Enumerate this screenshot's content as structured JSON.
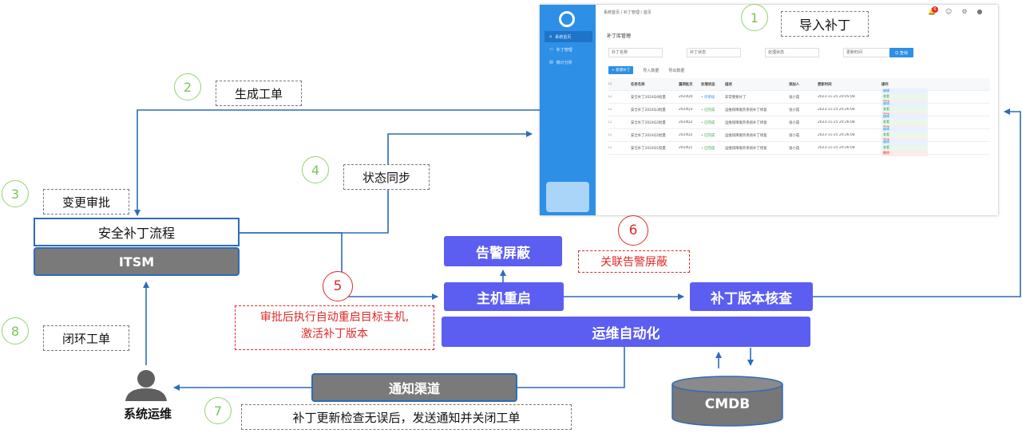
{
  "steps": {
    "s1": {
      "num": "1",
      "label": "导入补丁"
    },
    "s2": {
      "num": "2",
      "label": "生成工单"
    },
    "s3": {
      "num": "3",
      "label": "变更审批"
    },
    "s4": {
      "num": "4",
      "label": "状态同步"
    },
    "s5": {
      "num": "5",
      "label_line1": "审批后执行自动重启目标主机,",
      "label_line2": "激活补丁版本"
    },
    "s6": {
      "num": "6",
      "label": "关联告警屏蔽"
    },
    "s7": {
      "num": "7",
      "label": "补丁更新检查无误后，发送通知并关闭工单"
    },
    "s8": {
      "num": "8",
      "label": "闭环工单"
    }
  },
  "boxes": {
    "security_flow": "安全补丁流程",
    "itsm": "ITSM",
    "alarm_mask": "告警屏蔽",
    "host_restart": "主机重启",
    "patch_check": "补丁版本核查",
    "ops_automation": "运维自动化",
    "notify_channel": "通知渠道",
    "cmdb": "CMDB",
    "ops_user": "系统运维"
  },
  "screenshot": {
    "breadcrumb": "系统首页 / 补丁管理 / 首页",
    "section_title": "补丁库管理",
    "sidebar": [
      "系统首页",
      "补丁管理",
      "统计分析"
    ],
    "filters": [
      "补丁名称",
      "补丁状态",
      "处理状态",
      "更新时间"
    ],
    "search_button": "Q 查询",
    "actions": [
      "+ 新建补丁",
      "导入数据",
      "导出数据"
    ],
    "columns": [
      "任务名称",
      "漏洞批次",
      "处理状态",
      "描述",
      "添加人",
      "更新时间",
      "操作"
    ],
    "rows": [
      [
        "安全补丁2024Q4批量",
        "2024Q4",
        "• 待审核",
        "非常重要补丁",
        "张小霞",
        "2023-11-25 20:05:08"
      ],
      [
        "安全补丁2024Q3批量",
        "2024Q3",
        "• 已完成",
        "运维保障服务系统补丁修复",
        "张小霞",
        "2023-11-25 20:26:08"
      ],
      [
        "安全补丁2024Q2批量",
        "2024Q2",
        "• 已完成",
        "运维保障服务系统补丁修复",
        "张小霞",
        "2023-11-25 20:26:08"
      ],
      [
        "安全补丁2024Q2批量",
        "2024Q2",
        "• 已完成",
        "运维保障服务系统补丁修复",
        "张小霞",
        "2023-11-25 20:26:08"
      ],
      [
        "安全补丁2024Q1批量",
        "2024Q1",
        "• 已完成",
        "运维保障服务系统补丁修复",
        "张小霞",
        "2023-11-25 20:26:08"
      ]
    ],
    "row_buttons": [
      "编辑",
      "查看",
      "删除"
    ],
    "badge": "6"
  },
  "colors": {
    "blue_box": "#5b5ef0",
    "gray_box": "#7a7a7a",
    "line_blue": "#2e6bb8",
    "green_circle": "#7cc45a",
    "red": "#e02a2a"
  }
}
